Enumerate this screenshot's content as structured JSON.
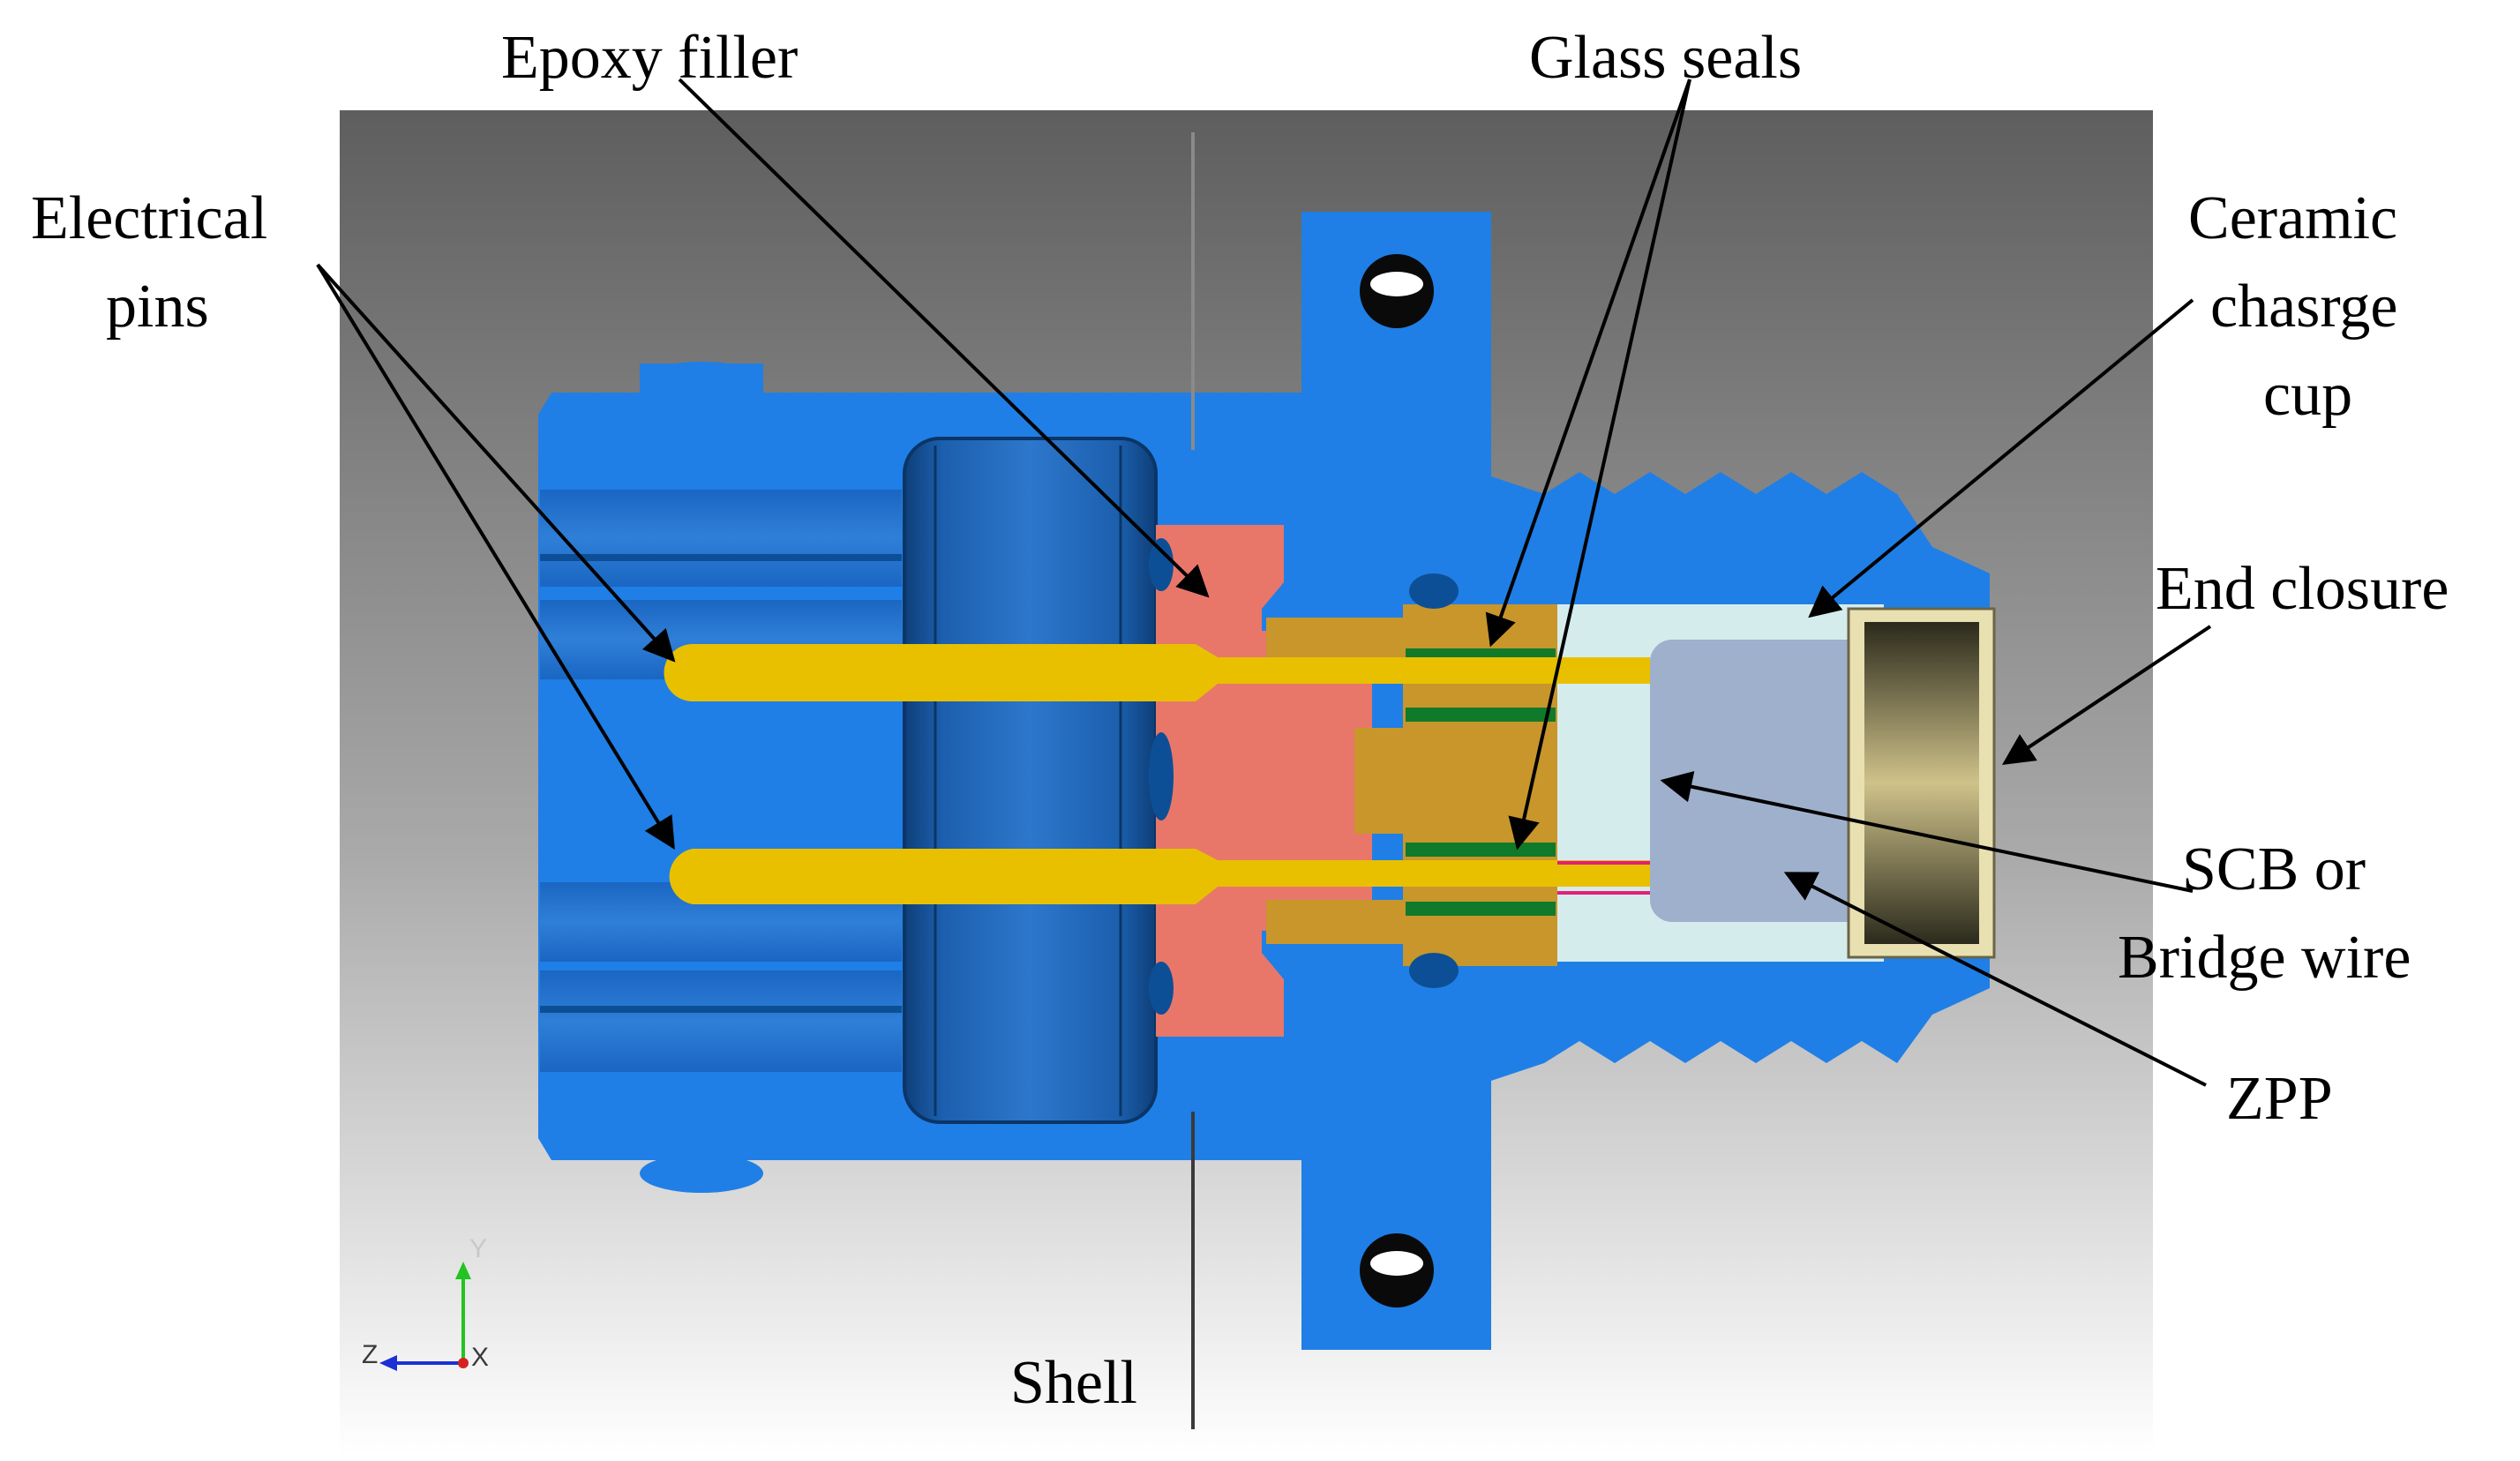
{
  "labels": {
    "epoxy_filler": "Epoxy filler",
    "glass_seals": "Glass seals",
    "electrical_pins_1": "Electrical",
    "electrical_pins_2": "pins",
    "ceramic_1": "Ceramic",
    "ceramic_2": "chasrge",
    "ceramic_3": "cup",
    "end_closure": "End closure",
    "scb_1": "SCB or",
    "scb_2": "Bridge wire",
    "zpp": "ZPP",
    "shell": "Shell"
  },
  "axes": {
    "y": "Y",
    "z": "Z",
    "x": "X"
  },
  "colors": {
    "shell": "#1f7fe6",
    "shell_dark": "#0d4f96",
    "pins": "#e8c000",
    "epoxy": "#e8776a",
    "glass_body": "#c8962a",
    "glass_band": "#0f7a2a",
    "ceramic": "#d5ecec",
    "zpp": "#9fb0cc",
    "end_closure": "#d8cc96",
    "bridge_wire": "#e0207a"
  }
}
